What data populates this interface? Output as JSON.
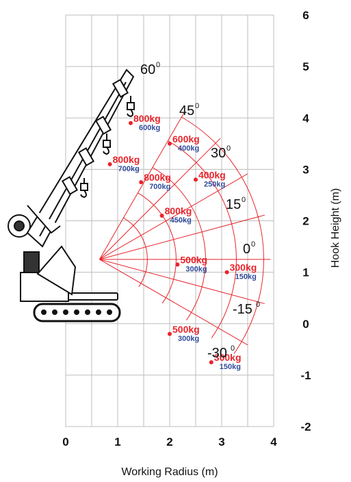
{
  "chart_data": {
    "type": "load-chart",
    "xlabel": "Working Radius (m)",
    "ylabel": "Hook Height (m)",
    "x_ticks": [
      "0",
      "1",
      "2",
      "3",
      "4"
    ],
    "y_ticks": [
      "6",
      "5",
      "4",
      "3",
      "2",
      "1",
      "0",
      "-1",
      "-2"
    ],
    "xlim": [
      0,
      4
    ],
    "ylim": [
      -2,
      6
    ],
    "boom_angles": [
      {
        "label": "60",
        "sup": "0"
      },
      {
        "label": "45",
        "sup": "0"
      },
      {
        "label": "30",
        "sup": "0"
      },
      {
        "label": "15",
        "sup": "0"
      },
      {
        "label": "0",
        "sup": "0"
      },
      {
        "label": "-15",
        "sup": "0"
      },
      {
        "label": "-30",
        "sup": "0"
      }
    ],
    "capacities": [
      {
        "red": "800kg",
        "blue": "600kg",
        "x": 1.25,
        "y": 3.9
      },
      {
        "red": "600kg",
        "blue": "400kg",
        "x": 2.0,
        "y": 3.5
      },
      {
        "red": "800kg",
        "blue": "700kg",
        "x": 0.85,
        "y": 3.1
      },
      {
        "red": "800kg",
        "blue": "700kg",
        "x": 1.45,
        "y": 2.75
      },
      {
        "red": "400kg",
        "blue": "250kg",
        "x": 2.5,
        "y": 2.8
      },
      {
        "red": "800kg",
        "blue": "450kg",
        "x": 1.85,
        "y": 2.1
      },
      {
        "red": "500kg",
        "blue": "300kg",
        "x": 2.15,
        "y": 1.15
      },
      {
        "red": "300kg",
        "blue": "150kg",
        "x": 3.1,
        "y": 1.0
      },
      {
        "red": "500kg",
        "blue": "300kg",
        "x": 2.0,
        "y": -0.2
      },
      {
        "red": "300kg",
        "blue": "150kg",
        "x": 2.8,
        "y": -0.75
      }
    ],
    "colors": {
      "grid": "#bdbdbd",
      "envelope": "#e8242b",
      "primary": "#e8242b",
      "secondary": "#2f4b9c",
      "crane": "#111111"
    }
  }
}
